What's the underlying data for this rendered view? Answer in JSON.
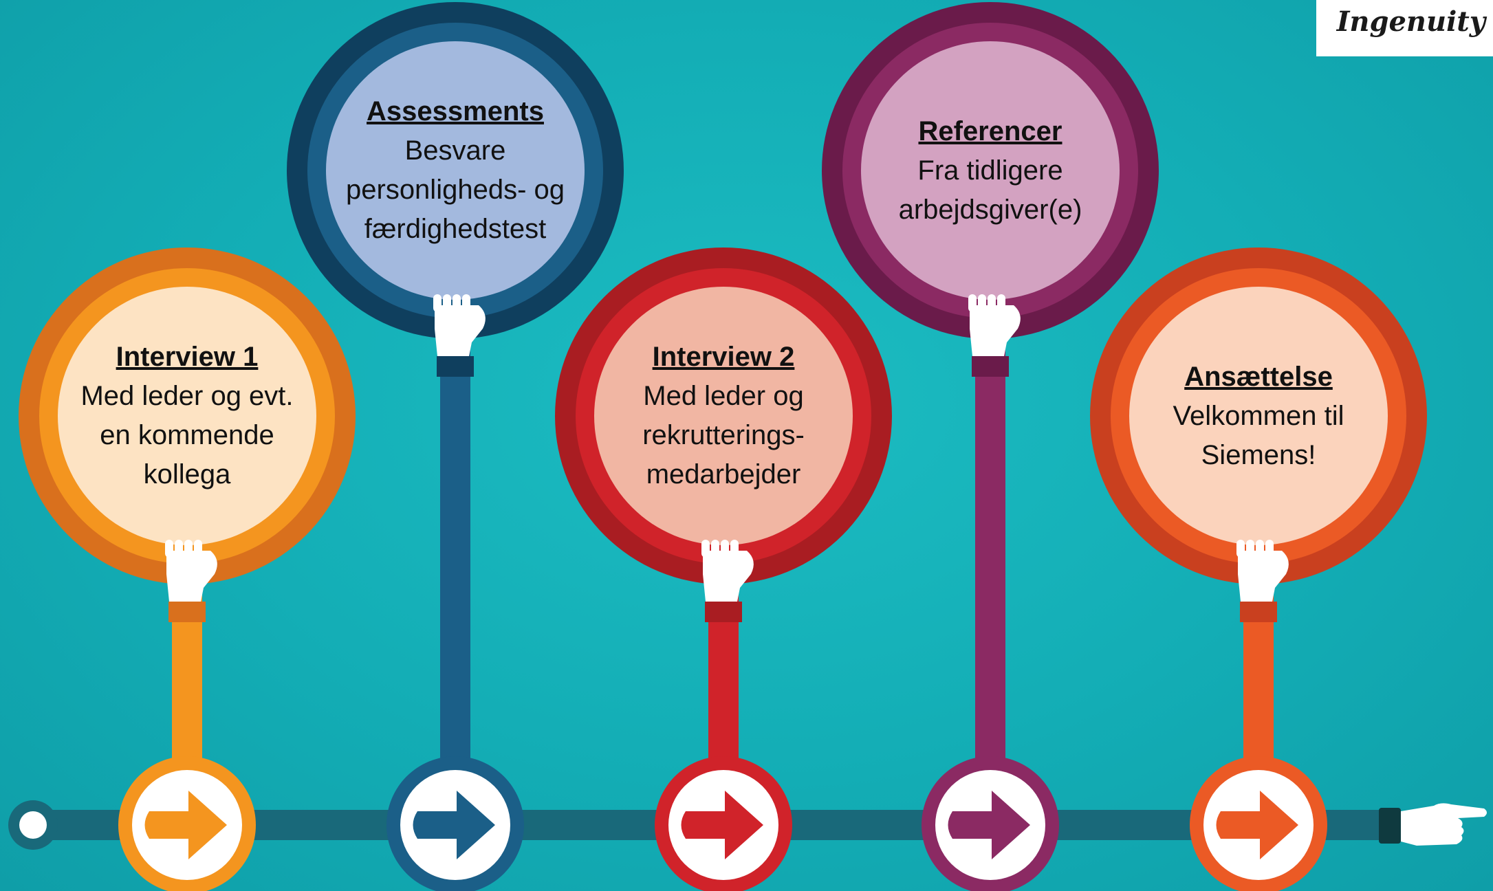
{
  "logo": {
    "text": "Ingenuity"
  },
  "steps": [
    {
      "title": "Interview 1",
      "lines": [
        "Med leder og evt.",
        "en kommende",
        "kollega"
      ],
      "color": "#f4951f",
      "ring": "#d9701d",
      "fill": "#fde3c3"
    },
    {
      "title": "Assessments",
      "lines": [
        "Besvare",
        "personligheds- og",
        "færdighedstest"
      ],
      "color": "#1b5f88",
      "ring": "#0f3f5e",
      "fill": "#a3b9de"
    },
    {
      "title": "Interview 2",
      "lines": [
        "Med leder og",
        "rekrutterings-",
        "medarbejder"
      ],
      "color": "#d0232a",
      "ring": "#a91d22",
      "fill": "#f1b6a3"
    },
    {
      "title": "Referencer",
      "lines": [
        "Fra tidligere",
        "arbejdsgiver(e)"
      ],
      "color": "#8b2a63",
      "ring": "#6a1b4a",
      "fill": "#d3a2c1"
    },
    {
      "title": "Ansættelse",
      "lines": [
        "Velkommen til",
        "Siemens!"
      ],
      "color": "#eb5a25",
      "ring": "#c9401f",
      "fill": "#fbd3bc"
    }
  ]
}
